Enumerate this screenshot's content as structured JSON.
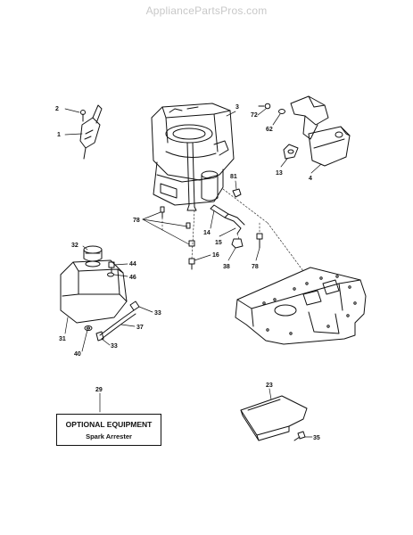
{
  "watermark": "AppliancePartsPros.com",
  "optional_box": {
    "title": "OPTIONAL EQUIPMENT",
    "subtitle": "Spark Arrester"
  },
  "callouts": [
    {
      "id": "c2",
      "label": "2"
    },
    {
      "id": "c1",
      "label": "1"
    },
    {
      "id": "c3",
      "label": "3"
    },
    {
      "id": "c72",
      "label": "72"
    },
    {
      "id": "c62",
      "label": "62"
    },
    {
      "id": "c13",
      "label": "13"
    },
    {
      "id": "c4",
      "label": "4"
    },
    {
      "id": "c81",
      "label": "81"
    },
    {
      "id": "c78a",
      "label": "78"
    },
    {
      "id": "c14",
      "label": "14"
    },
    {
      "id": "c15",
      "label": "15"
    },
    {
      "id": "c16",
      "label": "16"
    },
    {
      "id": "c38",
      "label": "38"
    },
    {
      "id": "c78b",
      "label": "78"
    },
    {
      "id": "c32",
      "label": "32"
    },
    {
      "id": "c44",
      "label": "44"
    },
    {
      "id": "c46",
      "label": "46"
    },
    {
      "id": "c33a",
      "label": "33"
    },
    {
      "id": "c31",
      "label": "31"
    },
    {
      "id": "c37",
      "label": "37"
    },
    {
      "id": "c40",
      "label": "40"
    },
    {
      "id": "c33b",
      "label": "33"
    },
    {
      "id": "c29",
      "label": "29"
    },
    {
      "id": "c23",
      "label": "23"
    },
    {
      "id": "c35",
      "label": "35"
    }
  ]
}
